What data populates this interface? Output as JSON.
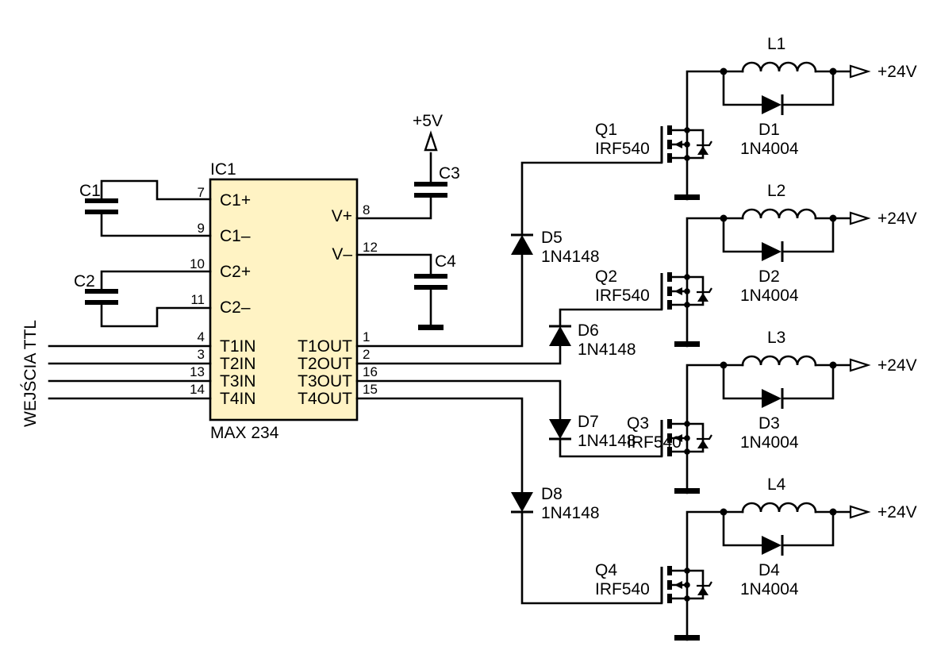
{
  "ic": {
    "ref": "IC1",
    "part": "MAX 234",
    "fill": "#FFF3C4",
    "left_pins": [
      {
        "num": "7",
        "name": "C1+"
      },
      {
        "num": "9",
        "name": "C1–"
      },
      {
        "num": "10",
        "name": "C2+"
      },
      {
        "num": "11",
        "name": "C2–"
      },
      {
        "num": "4",
        "name": "T1IN"
      },
      {
        "num": "3",
        "name": "T2IN"
      },
      {
        "num": "13",
        "name": "T3IN"
      },
      {
        "num": "14",
        "name": "T4IN"
      }
    ],
    "right_pins": [
      {
        "num": "8",
        "name": "V+"
      },
      {
        "num": "12",
        "name": "V–"
      },
      {
        "num": "1",
        "name": "T1OUT"
      },
      {
        "num": "2",
        "name": "T2OUT"
      },
      {
        "num": "16",
        "name": "T3OUT"
      },
      {
        "num": "15",
        "name": "T4OUT"
      }
    ]
  },
  "inputs_label": "WEJŚCIA TTL",
  "capacitors": {
    "c1": "C1",
    "c2": "C2",
    "c3": "C3",
    "c4": "C4"
  },
  "supply_5v": "+5V",
  "channels": [
    {
      "q": "Q1",
      "q_part": "IRF540",
      "l": "L1",
      "d": "D1",
      "d_part": "1N4004",
      "dg": "D5",
      "dg_part": "1N4148",
      "out": "+24V"
    },
    {
      "q": "Q2",
      "q_part": "IRF540",
      "l": "L2",
      "d": "D2",
      "d_part": "1N4004",
      "dg": "D6",
      "dg_part": "1N4148",
      "out": "+24V"
    },
    {
      "q": "Q3",
      "q_part": "IRF540",
      "l": "L3",
      "d": "D3",
      "d_part": "1N4004",
      "dg": "D7",
      "dg_part": "1N4148",
      "out": "+24V"
    },
    {
      "q": "Q4",
      "q_part": "IRF540",
      "l": "L4",
      "d": "D4",
      "d_part": "1N4004",
      "dg": "D8",
      "dg_part": "1N4148",
      "out": "+24V"
    }
  ]
}
